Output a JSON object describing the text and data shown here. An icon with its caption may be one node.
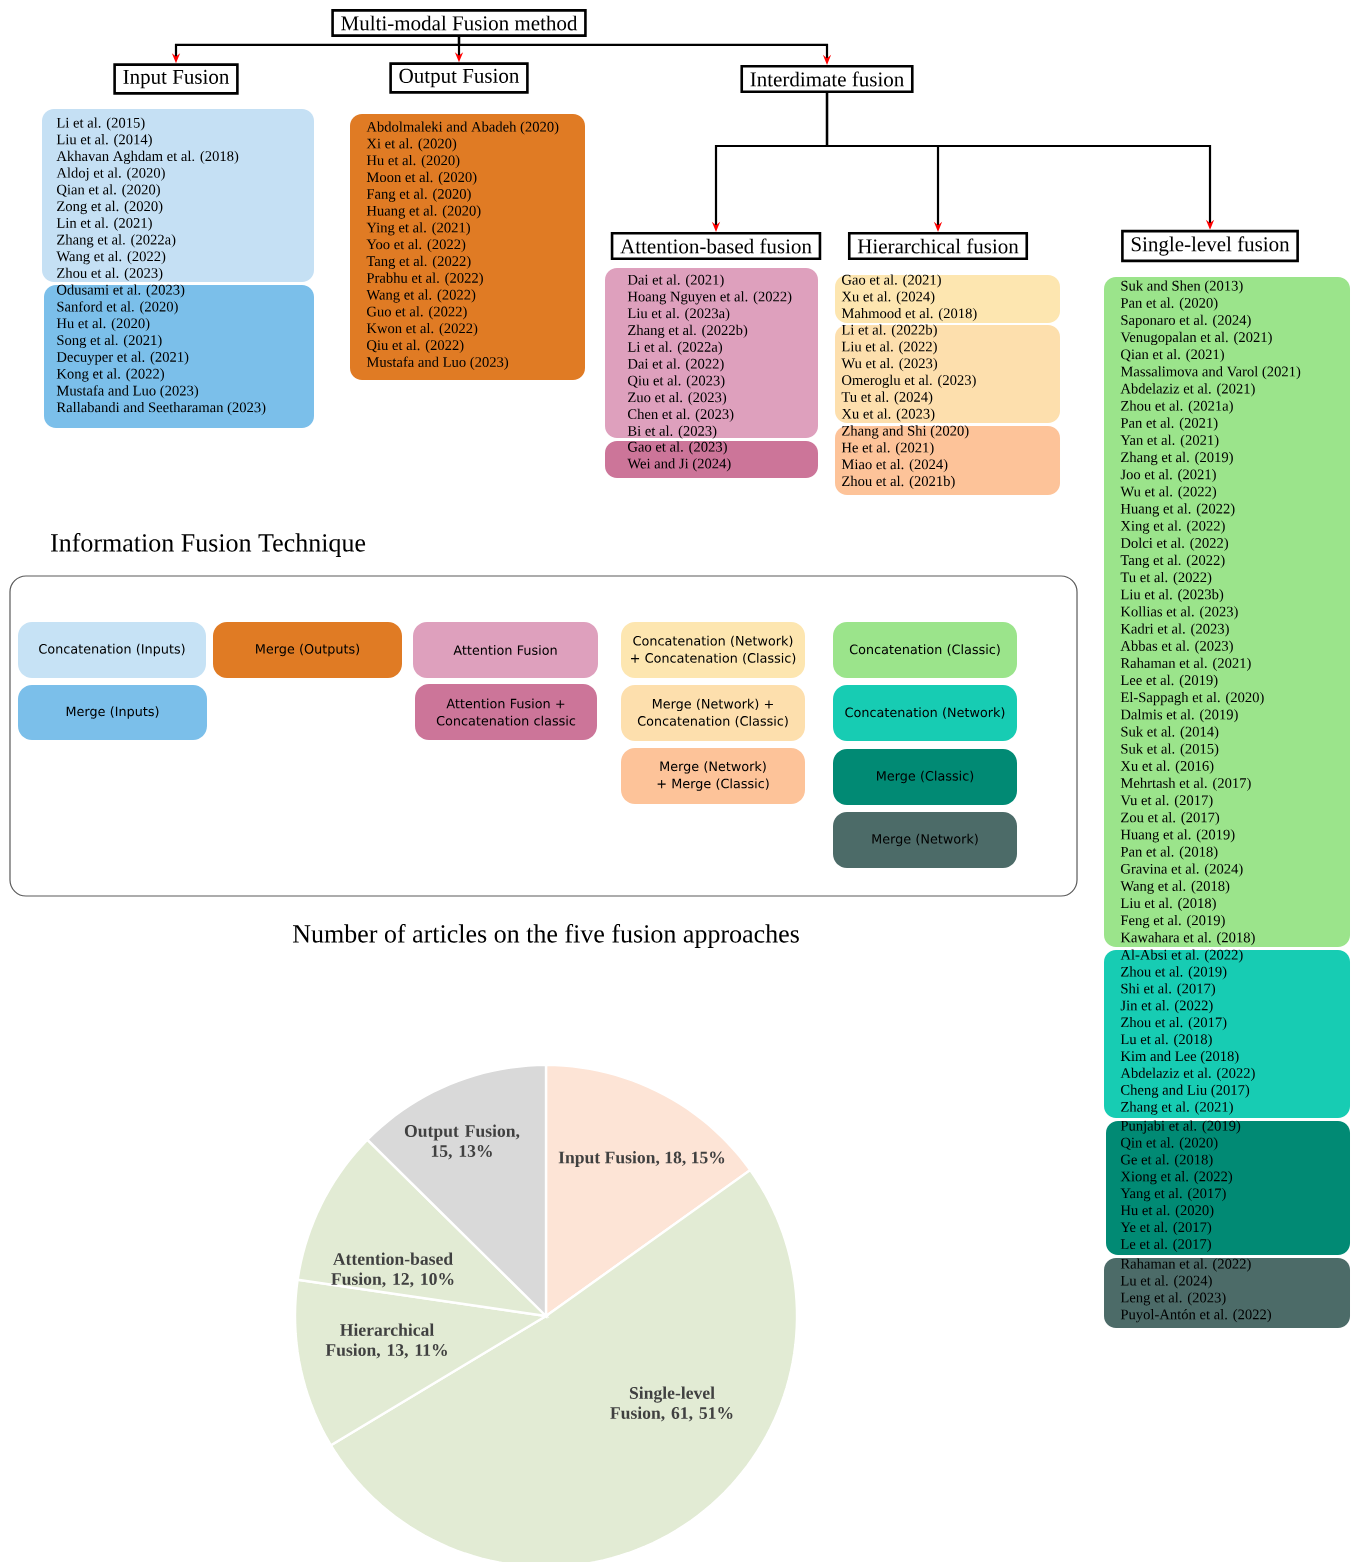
{
  "diagram": {
    "nodes": [
      {
        "text": [
          "Multi-modal Fusion method"
        ]
      },
      {
        "text": [
          "Input Fusion"
        ]
      },
      {
        "text": [
          "Output Fusion"
        ]
      },
      {
        "text": [
          "Interdimate fusion"
        ]
      },
      {
        "text": [
          "Attention-based fusion"
        ]
      },
      {
        "text": [
          "Hierarchical fusion"
        ]
      },
      {
        "text": [
          "Single-level fusion"
        ]
      },
      {
        "text": [
          "Li et al. (2015)",
          "Liu et al. (2014)",
          "Akhavan Aghdam et al. (2018)",
          "Aldoj et al. (2020)",
          "Qian et al. (2020)",
          "Zong et al. (2020)",
          "Lin et al. (2021)",
          "Zhang et al. (2022a)",
          "Wang et al. (2022)",
          "Zhou et al. (2023)"
        ]
      },
      {
        "text": [
          "Odusami et al. (2023)",
          "Sanford et al. (2020)",
          "Hu et al. (2020)",
          "Song et al. (2021)",
          "Decuyper et al. (2021)",
          "Kong et al. (2022)",
          "Mustafa and Luo (2023)",
          "Rallabandi and Seetharaman (2023)"
        ]
      },
      {
        "text": [
          "Abdolmaleki and Abadeh (2020)",
          "Xi et al. (2020)",
          "Hu et al. (2020)",
          "Moon et al. (2020)",
          "Fang et al. (2020)",
          "Huang et al. (2020)",
          "Ying et al. (2021)",
          "Yoo et al. (2022)",
          "Tang et al. (2022)",
          "Prabhu et al. (2022)",
          "Wang et al. (2022)",
          "Guo et al. (2022)",
          "Kwon et al. (2022)",
          "Qiu et al. (2022)",
          "Mustafa and Luo (2023)"
        ]
      },
      {
        "text": [
          "Dai et al. (2021)",
          "Hoang Nguyen et al. (2022)",
          "Liu et al. (2023a)",
          "Zhang et al. (2022b)",
          "Li et al. (2022a)",
          "Dai et al. (2022)",
          "Qiu et al. (2023)",
          "Zuo et al. (2023)",
          "Chen et al. (2023)",
          "Bi et al. (2023)"
        ]
      },
      {
        "text": [
          "Gao et al. (2023)",
          "Wei and Ji (2024)"
        ]
      },
      {
        "text": [
          "Gao et al. (2021)",
          "Xu et al. (2024)",
          "Mahmood et al. (2018)"
        ]
      },
      {
        "text": [
          "Li et al. (2022b)",
          "Liu et al. (2022)",
          "Wu et al. (2023)",
          "Omeroglu et al. (2023)",
          "Tu et al. (2024)",
          "Xu et al. (2023)"
        ]
      },
      {
        "text": [
          "Zhang and Shi (2020)",
          "He et al. (2021)",
          "Miao et al. (2024)",
          "Zhou et al. (2021b)"
        ]
      },
      {
        "text": [
          "Suk and Shen (2013)",
          "Pan et al. (2020)",
          "Saponaro et al. (2024)",
          "Venugopalan et al. (2021)",
          "Qian et al. (2021)",
          "Massalimova and Varol (2021)",
          "Abdelaziz et al. (2021)",
          "Zhou et al. (2021a)",
          "Pan et al. (2021)",
          "Yan et al. (2021)",
          "Zhang et al. (2019)",
          "Joo et al. (2021)",
          "Wu et al. (2022)",
          "Huang et al. (2022)",
          "Xing et al. (2022)",
          "Dolci et al. (2022)",
          "Tang et al. (2022)",
          "Tu et al. (2022)",
          "Liu et al. (2023b)",
          "Kollias et al. (2023)",
          "Kadri et al. (2023)",
          "Abbas et al. (2023)",
          "Rahaman et al. (2021)",
          "Lee et al. (2019)",
          "El-Sappagh et al. (2020)",
          "Dalmis et al. (2019)",
          "Suk et al. (2014)",
          "Suk et al. (2015)",
          "Xu et al. (2016)",
          "Mehrtash et al. (2017)",
          "Vu et al. (2017)",
          "Zou et al. (2017)",
          "Huang et al. (2019)",
          "Pan et al. (2018)",
          "Gravina et al. (2024)",
          "Wang et al. (2018)",
          "Liu et al. (2018)",
          "Feng et al. (2019)",
          "Kawahara et al. (2018)"
        ]
      },
      {
        "text": [
          "Al-Absi et al. (2022)",
          "Zhou et al. (2019)",
          "Shi et al. (2017)",
          "Jin et al. (2022)",
          "Zhou et al. (2017)",
          "Lu et al. (2018)",
          "Kim and Lee (2018)",
          "Abdelaziz et al. (2022)",
          "Cheng and Liu (2017)",
          "Zhang et al. (2021)"
        ]
      },
      {
        "text": [
          "Punjabi et al. (2019)",
          "Qin et al. (2020)",
          "Ge et al. (2018)",
          "Xiong et al. (2022)",
          "Yang et al. (2017)",
          "Hu et al. (2020)",
          "Ye et al. (2017)",
          "Le et al. (2017)"
        ]
      },
      {
        "text": [
          "Rahaman et al. (2022)",
          "Lu et al. (2024)",
          "Leng et al. (2023)",
          "Puyol-Antón et al. (2022)"
        ]
      }
    ],
    "edges": [
      {
        "from": 0,
        "to": 1,
        "arrow": "to"
      },
      {
        "from": 0,
        "to": 2,
        "arrow": "to"
      },
      {
        "from": 0,
        "to": 3,
        "arrow": "to"
      },
      {
        "from": 3,
        "to": 4,
        "arrow": "to"
      },
      {
        "from": 3,
        "to": 5,
        "arrow": "to"
      },
      {
        "from": 3,
        "to": 6,
        "arrow": "to"
      }
    ],
    "labels": [
      "Information Fusion Technique"
    ],
    "legend": [
      {
        "text": "Concatenation (Inputs)",
        "color": "#c6e2f5"
      },
      {
        "text": "Merge (Inputs)",
        "color": "#7bbfea"
      },
      {
        "text": "Merge (Outputs)",
        "color": "#e07b24"
      },
      {
        "text": "Attention Fusion",
        "color": "#dea0bd"
      },
      {
        "text": "Attention Fusion + Concatenation classic",
        "color": "#cc7599"
      },
      {
        "text": "Concatenation (Network) + Concatenation (Classic)",
        "color": "#fde6b0"
      },
      {
        "text": "Merge (Network) + Concatenation (Classic)",
        "color": "#fddfad"
      },
      {
        "text": "Merge (Network) + Merge (Classic)",
        "color": "#fdc399"
      },
      {
        "text": "Concatenation (Classic)",
        "color": "#9be48b"
      },
      {
        "text": "Concatenation (Network)",
        "color": "#17ccb3"
      },
      {
        "text": "Merge (Classic)",
        "color": "#018a74"
      },
      {
        "text": "Merge (Network)",
        "color": "#4c6b68"
      }
    ],
    "chart_data": {
      "type": "pie",
      "title": "Number of articles on the five fusion approaches",
      "values": [
        18,
        61,
        13,
        12,
        15
      ],
      "value_labels": [
        "Input Fusion, 18, 15%",
        "Single-level Fusion, 61, 51%",
        "Hierarchical Fusion, 13, 11%",
        "Attention-based Fusion, 12, 10%",
        "Output Fusion, 15, 13%"
      ]
    }
  }
}
